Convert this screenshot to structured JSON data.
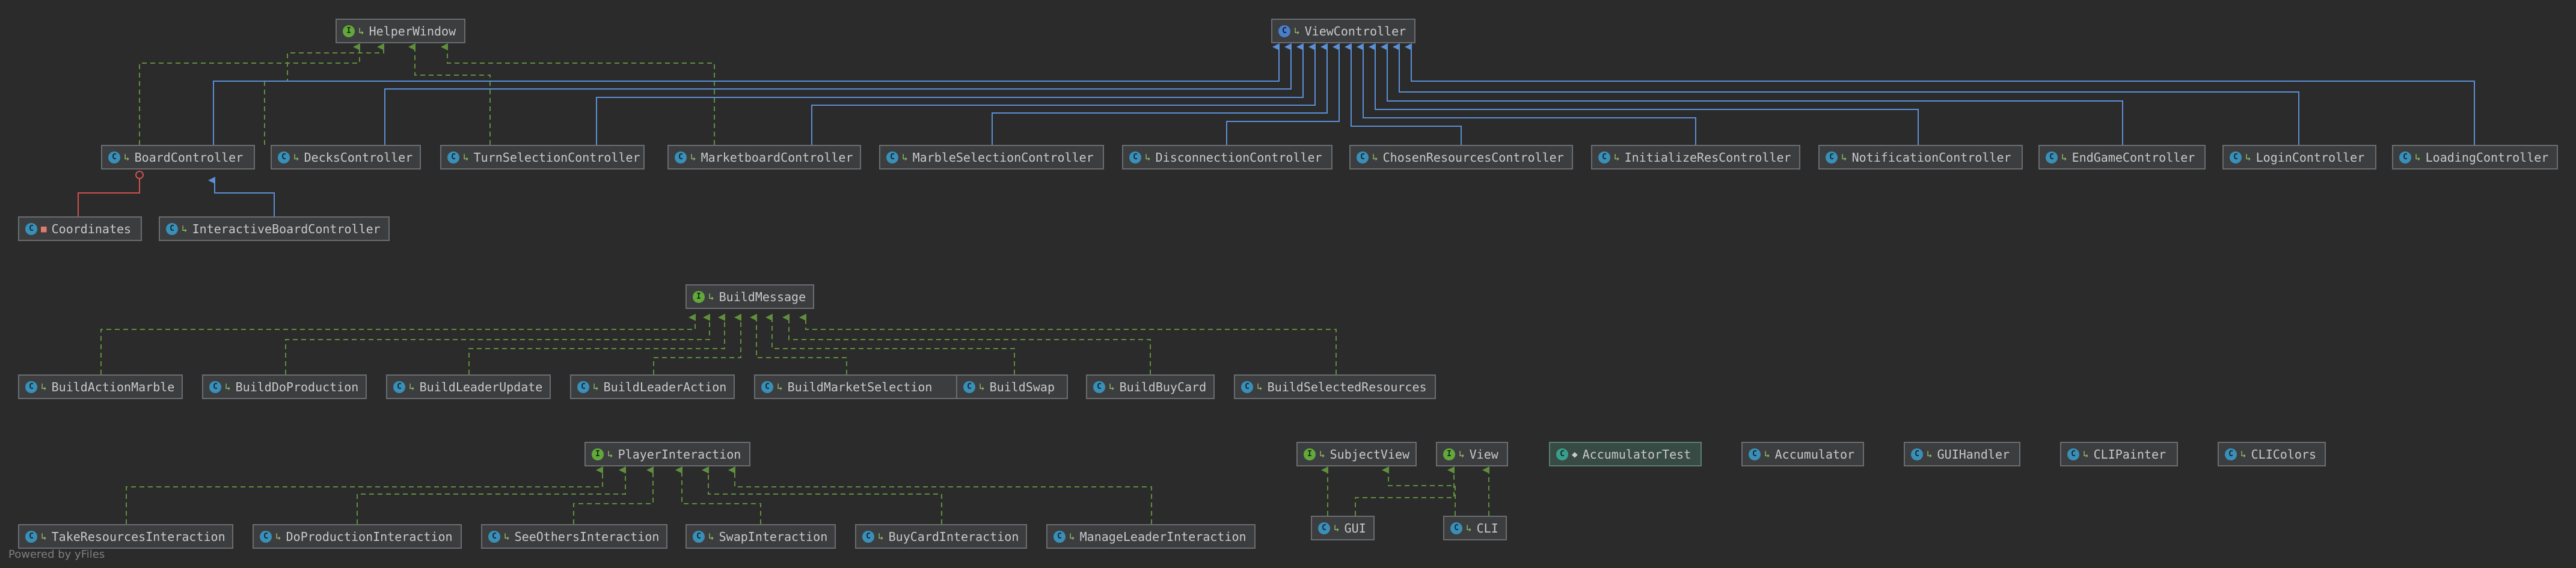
{
  "nodes": {
    "helper_window": {
      "name": "HelperWindow",
      "kind": "interface"
    },
    "view_controller": {
      "name": "ViewController",
      "kind": "abstract"
    },
    "board_controller": {
      "name": "BoardController",
      "kind": "class"
    },
    "decks_controller": {
      "name": "DecksController",
      "kind": "class"
    },
    "turn_selection_controller": {
      "name": "TurnSelectionController",
      "kind": "class"
    },
    "marketboard_controller": {
      "name": "MarketboardController",
      "kind": "class"
    },
    "marble_selection_controller": {
      "name": "MarbleSelectionController",
      "kind": "class"
    },
    "disconnection_controller": {
      "name": "DisconnectionController",
      "kind": "class"
    },
    "chosen_resources_controller": {
      "name": "ChosenResourcesController",
      "kind": "class"
    },
    "initialize_res_controller": {
      "name": "InitializeResController",
      "kind": "class"
    },
    "notification_controller": {
      "name": "NotificationController",
      "kind": "class"
    },
    "end_game_controller": {
      "name": "EndGameController",
      "kind": "class"
    },
    "login_controller": {
      "name": "LoginController",
      "kind": "class"
    },
    "loading_controller": {
      "name": "LoadingController",
      "kind": "class"
    },
    "coordinates": {
      "name": "Coordinates",
      "kind": "class"
    },
    "interactive_board_controller": {
      "name": "InteractiveBoardController",
      "kind": "class"
    },
    "build_message": {
      "name": "BuildMessage",
      "kind": "interface"
    },
    "build_action_marble": {
      "name": "BuildActionMarble",
      "kind": "class"
    },
    "build_do_production": {
      "name": "BuildDoProduction",
      "kind": "class"
    },
    "build_leader_update": {
      "name": "BuildLeaderUpdate",
      "kind": "class"
    },
    "build_leader_action": {
      "name": "BuildLeaderAction",
      "kind": "class"
    },
    "build_market_selection": {
      "name": "BuildMarketSelection",
      "kind": "class"
    },
    "build_swap": {
      "name": "BuildSwap",
      "kind": "class"
    },
    "build_buy_card": {
      "name": "BuildBuyCard",
      "kind": "class"
    },
    "build_selected_resources": {
      "name": "BuildSelectedResources",
      "kind": "class"
    },
    "player_interaction": {
      "name": "PlayerInteraction",
      "kind": "interface"
    },
    "take_resources_interaction": {
      "name": "TakeResourcesInteraction",
      "kind": "class"
    },
    "do_production_interaction": {
      "name": "DoProductionInteraction",
      "kind": "class"
    },
    "see_others_interaction": {
      "name": "SeeOthersInteraction",
      "kind": "class"
    },
    "swap_interaction": {
      "name": "SwapInteraction",
      "kind": "class"
    },
    "buy_card_interaction": {
      "name": "BuyCardInteraction",
      "kind": "class"
    },
    "manage_leader_interaction": {
      "name": "ManageLeaderInteraction",
      "kind": "class"
    },
    "subject_view": {
      "name": "SubjectView",
      "kind": "interface"
    },
    "view": {
      "name": "View",
      "kind": "interface"
    },
    "gui": {
      "name": "GUI",
      "kind": "class"
    },
    "cli": {
      "name": "CLI",
      "kind": "class"
    },
    "accumulator_test": {
      "name": "AccumulatorTest",
      "kind": "test"
    },
    "accumulator": {
      "name": "Accumulator",
      "kind": "class"
    },
    "gui_handler": {
      "name": "GUIHandler",
      "kind": "class"
    },
    "cli_painter": {
      "name": "CLIPainter",
      "kind": "class"
    },
    "cli_colors": {
      "name": "CLIColors",
      "kind": "class"
    }
  },
  "edges": [
    {
      "from": "board_controller",
      "to": "helper_window",
      "type": "implements"
    },
    {
      "from": "decks_controller",
      "to": "helper_window",
      "type": "implements"
    },
    {
      "from": "turn_selection_controller",
      "to": "helper_window",
      "type": "implements"
    },
    {
      "from": "marketboard_controller",
      "to": "helper_window",
      "type": "implements"
    },
    {
      "from": "board_controller",
      "to": "view_controller",
      "type": "extends"
    },
    {
      "from": "decks_controller",
      "to": "view_controller",
      "type": "extends"
    },
    {
      "from": "turn_selection_controller",
      "to": "view_controller",
      "type": "extends"
    },
    {
      "from": "marketboard_controller",
      "to": "view_controller",
      "type": "extends"
    },
    {
      "from": "marble_selection_controller",
      "to": "view_controller",
      "type": "extends"
    },
    {
      "from": "disconnection_controller",
      "to": "view_controller",
      "type": "extends"
    },
    {
      "from": "chosen_resources_controller",
      "to": "view_controller",
      "type": "extends"
    },
    {
      "from": "initialize_res_controller",
      "to": "view_controller",
      "type": "extends"
    },
    {
      "from": "notification_controller",
      "to": "view_controller",
      "type": "extends"
    },
    {
      "from": "end_game_controller",
      "to": "view_controller",
      "type": "extends"
    },
    {
      "from": "login_controller",
      "to": "view_controller",
      "type": "extends"
    },
    {
      "from": "loading_controller",
      "to": "view_controller",
      "type": "extends"
    },
    {
      "from": "coordinates",
      "to": "board_controller",
      "type": "inner"
    },
    {
      "from": "interactive_board_controller",
      "to": "board_controller",
      "type": "extends"
    },
    {
      "from": "build_action_marble",
      "to": "build_message",
      "type": "implements"
    },
    {
      "from": "build_do_production",
      "to": "build_message",
      "type": "implements"
    },
    {
      "from": "build_leader_update",
      "to": "build_message",
      "type": "implements"
    },
    {
      "from": "build_leader_action",
      "to": "build_message",
      "type": "implements"
    },
    {
      "from": "build_market_selection",
      "to": "build_message",
      "type": "implements"
    },
    {
      "from": "build_swap",
      "to": "build_message",
      "type": "implements"
    },
    {
      "from": "build_buy_card",
      "to": "build_message",
      "type": "implements"
    },
    {
      "from": "build_selected_resources",
      "to": "build_message",
      "type": "implements"
    },
    {
      "from": "take_resources_interaction",
      "to": "player_interaction",
      "type": "implements"
    },
    {
      "from": "do_production_interaction",
      "to": "player_interaction",
      "type": "implements"
    },
    {
      "from": "see_others_interaction",
      "to": "player_interaction",
      "type": "implements"
    },
    {
      "from": "swap_interaction",
      "to": "player_interaction",
      "type": "implements"
    },
    {
      "from": "buy_card_interaction",
      "to": "player_interaction",
      "type": "implements"
    },
    {
      "from": "manage_leader_interaction",
      "to": "player_interaction",
      "type": "implements"
    },
    {
      "from": "gui",
      "to": "subject_view",
      "type": "implements"
    },
    {
      "from": "gui",
      "to": "view",
      "type": "implements"
    },
    {
      "from": "cli",
      "to": "subject_view",
      "type": "implements"
    },
    {
      "from": "cli",
      "to": "view",
      "type": "implements"
    }
  ],
  "colors": {
    "background": "#2b2b2b",
    "implements_edge": "#5f8f3e",
    "extends_edge": "#5b8fd6",
    "inner_edge": "#d05050",
    "node_fill": "#3b3d3f",
    "node_border": "#6a6c70"
  },
  "footer": "Powered by yFiles"
}
